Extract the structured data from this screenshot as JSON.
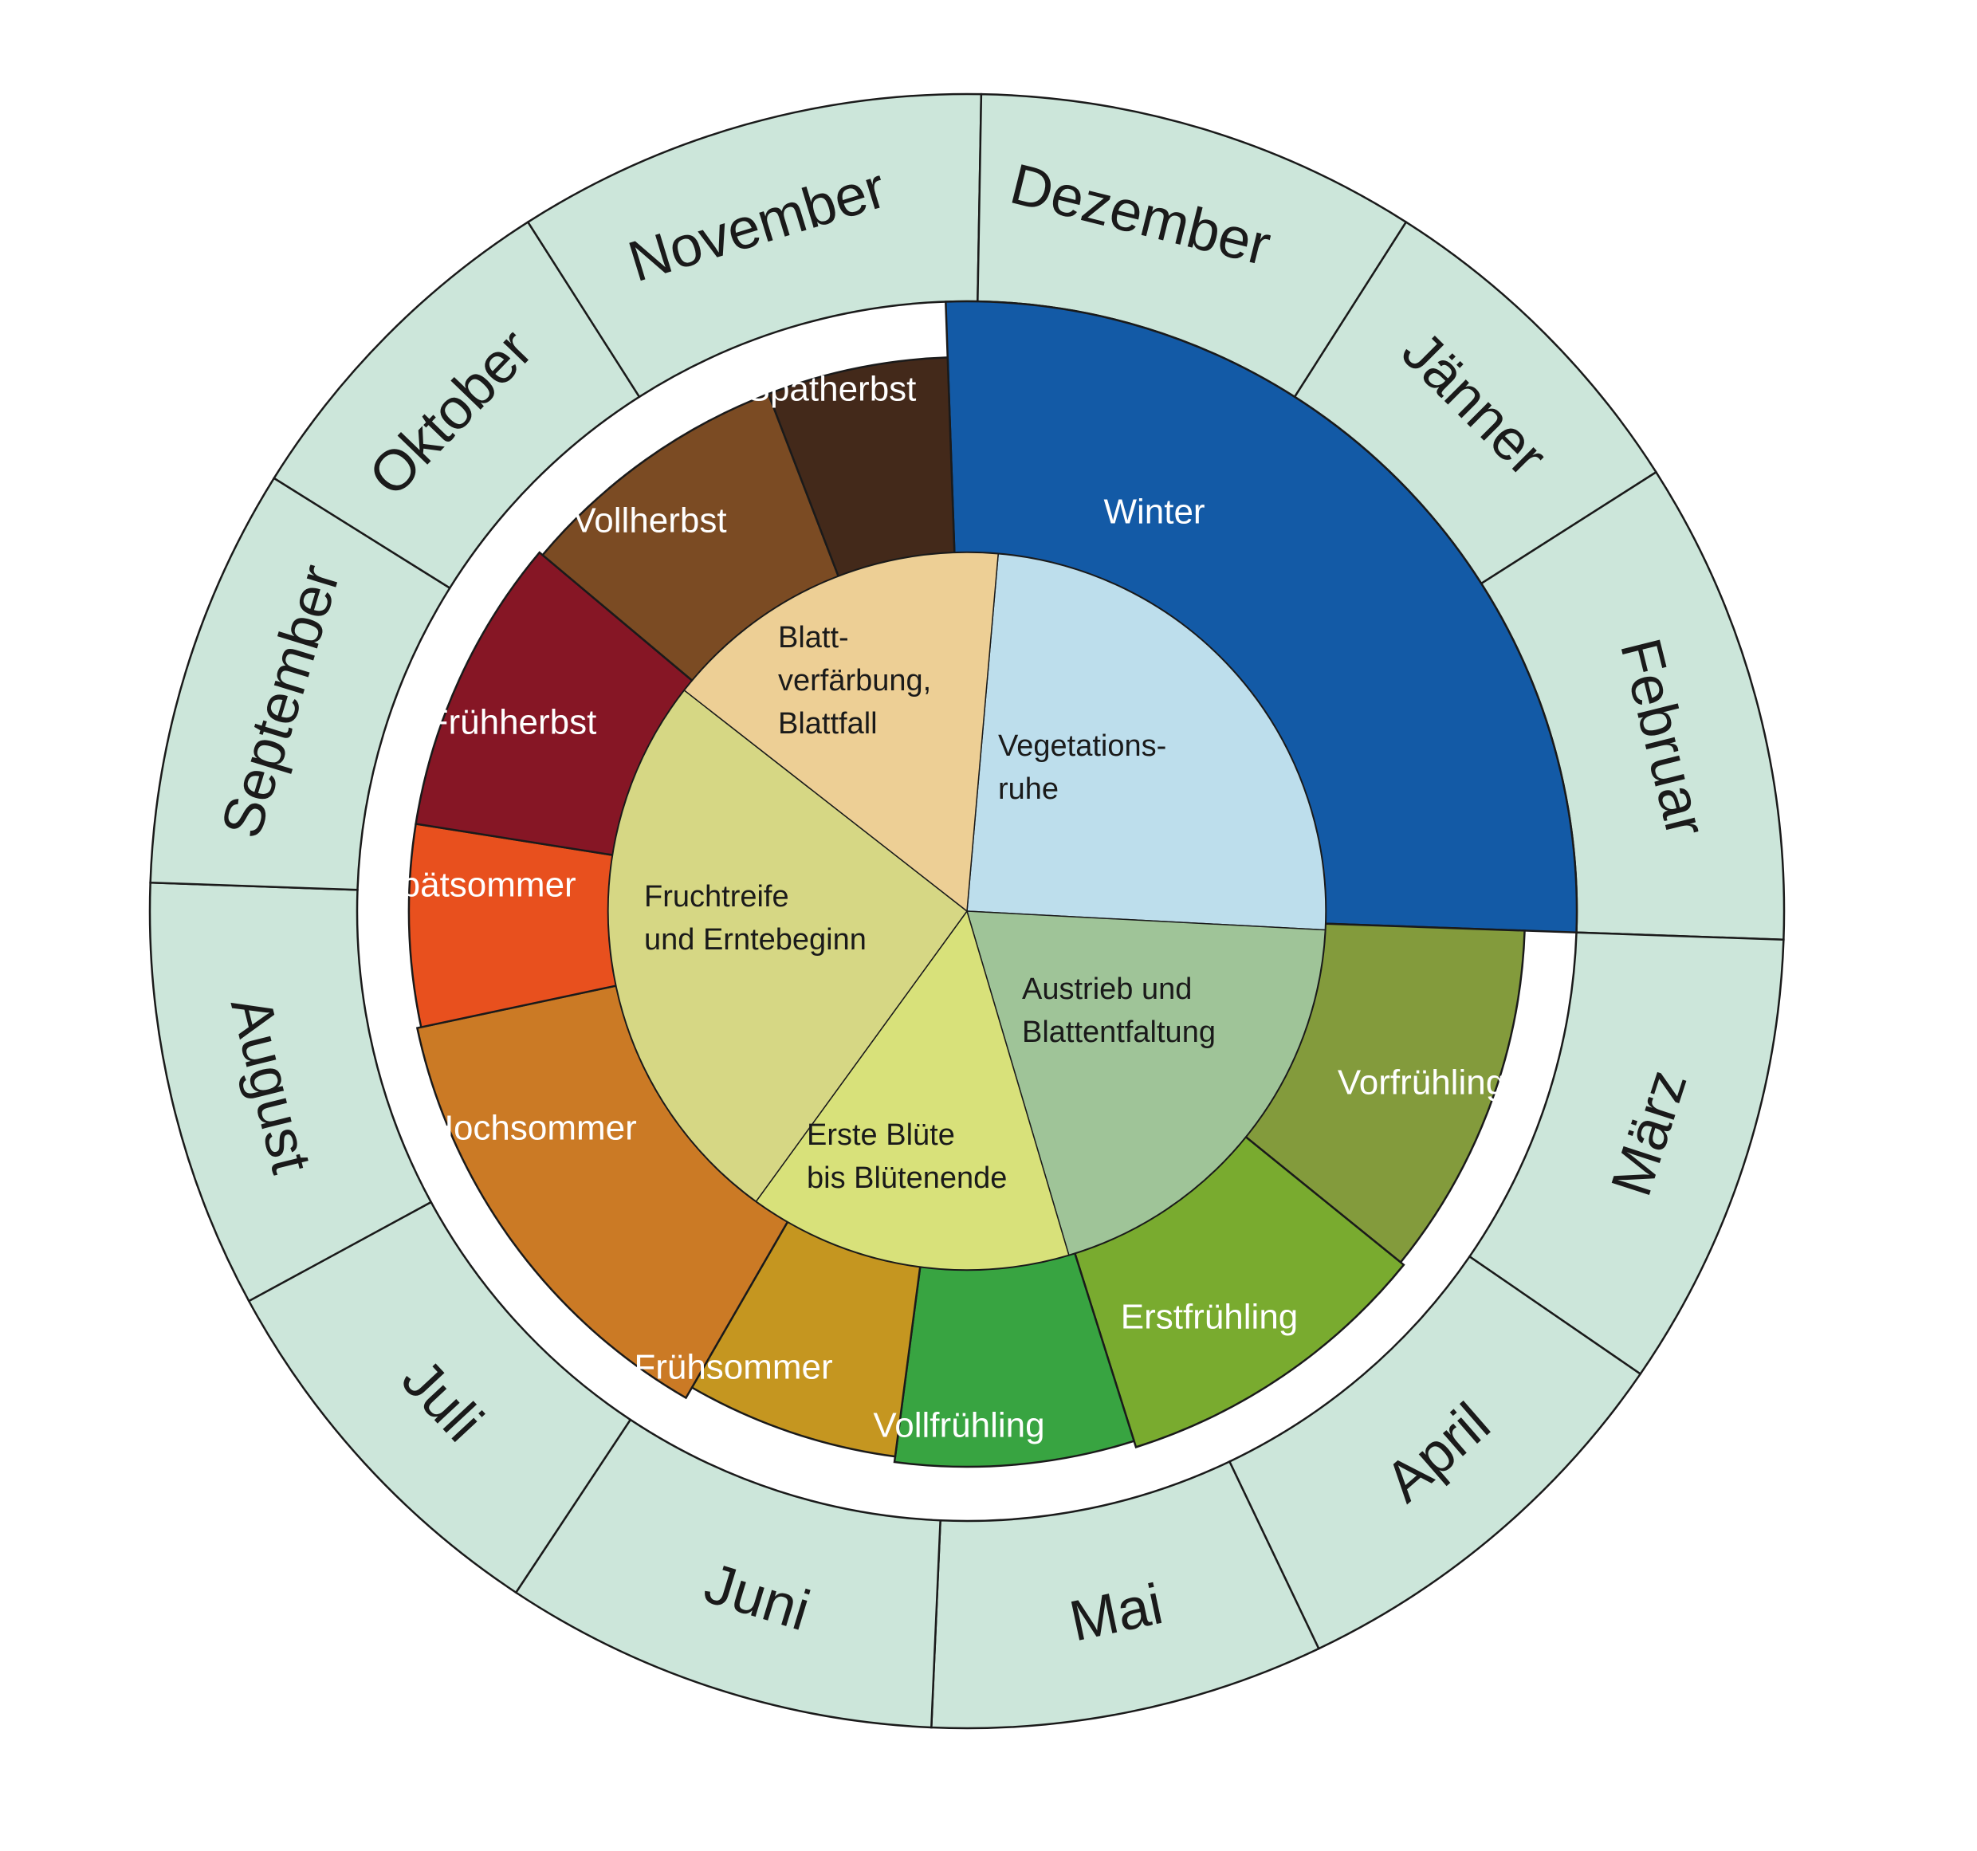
{
  "months": [
    {
      "label": "Jänner"
    },
    {
      "label": "Februar"
    },
    {
      "label": "März"
    },
    {
      "label": "April"
    },
    {
      "label": "Mai"
    },
    {
      "label": "Juni"
    },
    {
      "label": "Juli"
    },
    {
      "label": "August"
    },
    {
      "label": "September"
    },
    {
      "label": "Oktober"
    },
    {
      "label": "November"
    },
    {
      "label": "Dezember"
    }
  ],
  "month_ring_color": "#cce6da",
  "seasons": [
    {
      "label": "Winter",
      "color": "#135aa6"
    },
    {
      "label": "Vorfrühling",
      "color": "#839b3c"
    },
    {
      "label": "Erstfrühling",
      "color": "#79ab2f"
    },
    {
      "label": "Vollfrühling",
      "color": "#38a441"
    },
    {
      "label": "Frühsommer",
      "color": "#c59620"
    },
    {
      "label": "Hochsommer",
      "color": "#cb7a25"
    },
    {
      "label": "Spätsommer",
      "color": "#e8501e"
    },
    {
      "label": "Frühherbst",
      "color": "#861625"
    },
    {
      "label": "Vollherbst",
      "color": "#7b4b23"
    },
    {
      "label": "Spätherbst",
      "color": "#43291a"
    }
  ],
  "phases": [
    {
      "lines": [
        "Vegetations-",
        "ruhe"
      ],
      "color": "#bddeec"
    },
    {
      "lines": [
        "Austrieb und",
        "Blattentfaltung"
      ],
      "color": "#9fc498"
    },
    {
      "lines": [
        "Erste Blüte",
        "bis Blütenende"
      ],
      "color": "#d8e17a"
    },
    {
      "lines": [
        "Fruchtreife",
        "und Erntebeginn"
      ],
      "color": "#d6d784"
    },
    {
      "lines": [
        "Blatt-",
        "verfärbung,",
        "Blattfall"
      ],
      "color": "#edcf95"
    }
  ]
}
